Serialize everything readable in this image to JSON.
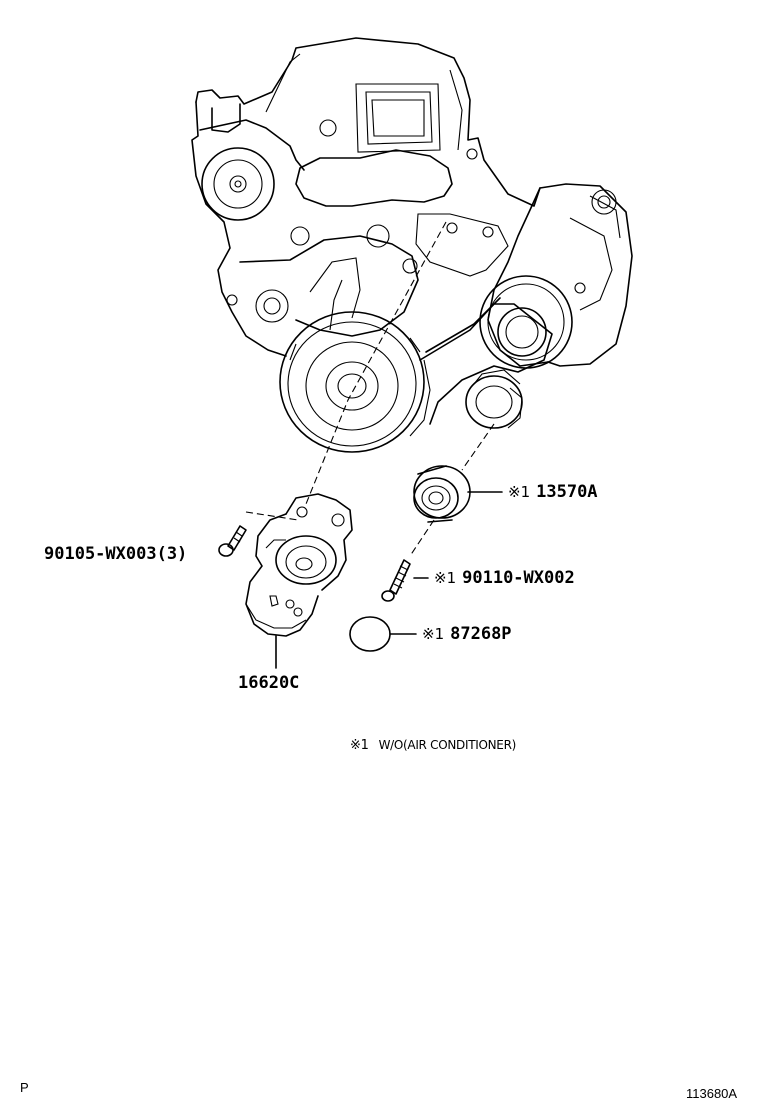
{
  "parts": {
    "p13570a": {
      "mark": "※1",
      "number": "13570A"
    },
    "p90110": {
      "mark": "※1",
      "number": "90110-WX002"
    },
    "p87268p": {
      "mark": "※1",
      "number": "87268P"
    },
    "p90105": {
      "number": "90105-WX003(3)"
    },
    "p16620c": {
      "number": "16620C"
    }
  },
  "note": {
    "mark": "※1",
    "text": "W/O(AIR CONDITIONER)"
  },
  "footer": {
    "page_code": "P",
    "illustration_id": "113680A"
  }
}
